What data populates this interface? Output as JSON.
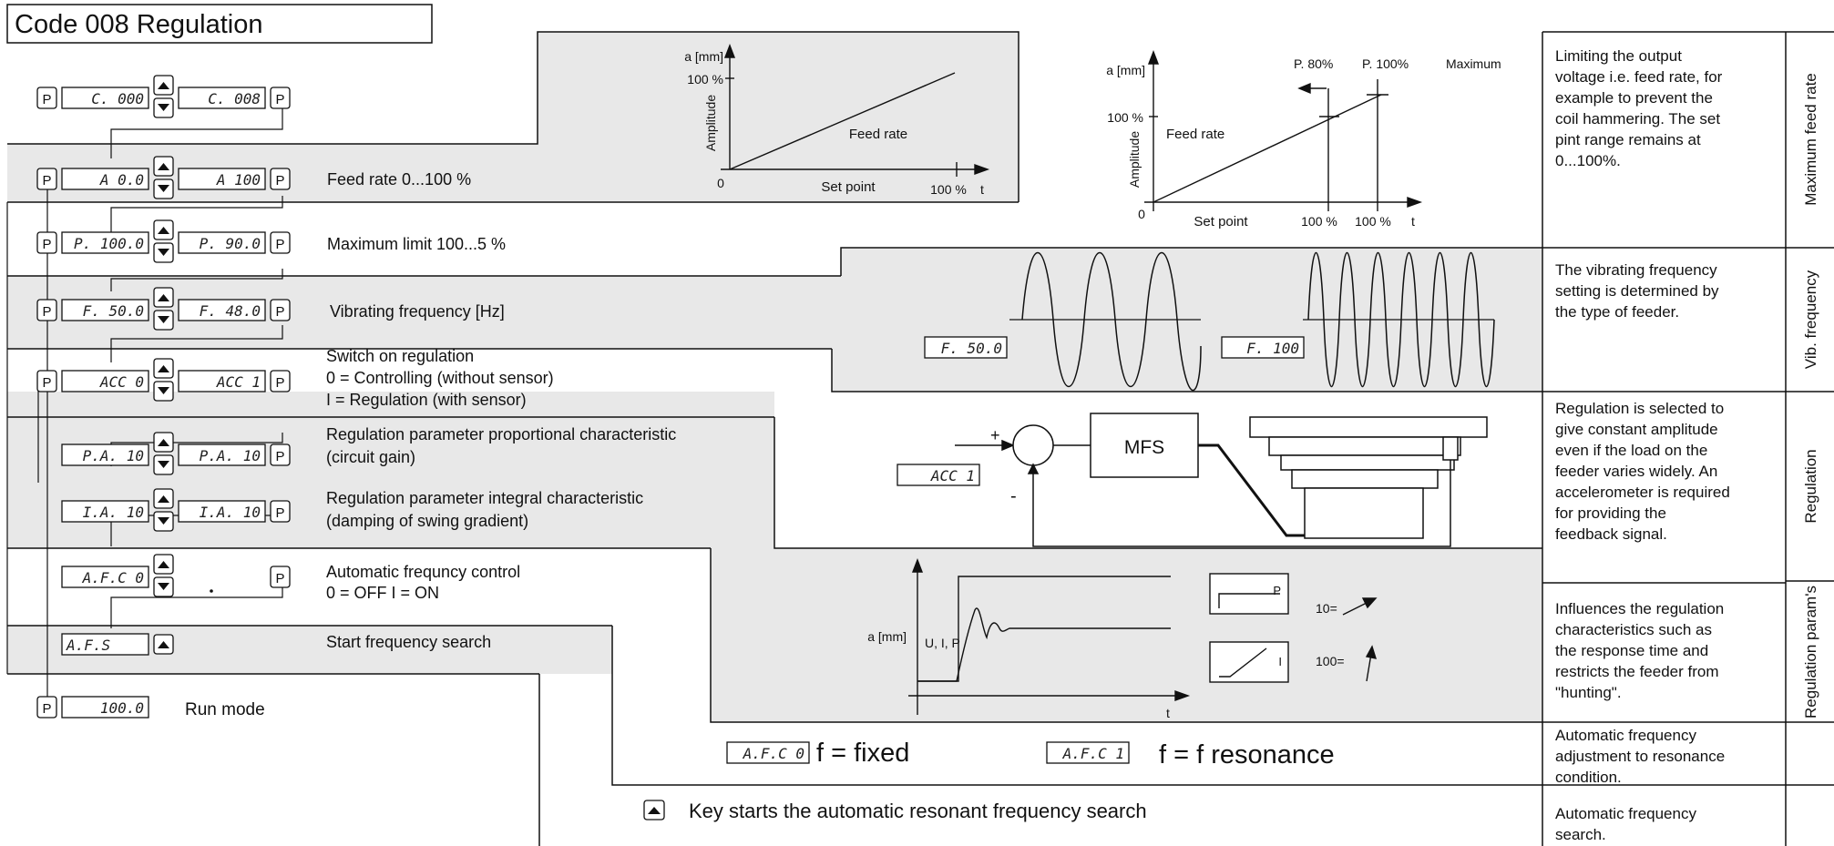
{
  "title": "Code 008  Regulation",
  "key_p": "P",
  "rows": [
    {
      "left_display": "C. 000",
      "right_display": "C. 008",
      "label_lines": []
    },
    {
      "left_display": "A   0.0",
      "right_display": "A  100",
      "label_lines": [
        "Feed rate 0...100 %"
      ]
    },
    {
      "left_display": "P. 100.0",
      "right_display": "P.  90.0",
      "label_lines": [
        "Maximum limit 100...5 %"
      ]
    },
    {
      "left_display": "F.  50.0",
      "right_display": "F.  48.0",
      "label_lines": [
        "Vibrating frequency [Hz]"
      ]
    },
    {
      "left_display": "ACC  0",
      "right_display": "ACC  1",
      "label_lines": [
        "Switch on regulation",
        " 0 = Controlling (without sensor)",
        " I = Regulation (with sensor)"
      ]
    },
    {
      "left_display": "P.A.  10",
      "right_display": "P.A.  10",
      "label_lines": [
        "Regulation parameter proportional characteristic",
        "(circuit gain)"
      ]
    },
    {
      "left_display": "I.A.  10",
      "right_display": "I.A.  10",
      "label_lines": [
        "Regulation parameter integral characteristic",
        "(damping of swing gradient)"
      ]
    },
    {
      "left_display": "A.F.C  0",
      "right_display": "",
      "label_lines": [
        "Automatic frequncy control",
        " 0 = OFF    I = ON"
      ]
    },
    {
      "left_display": "A.F.S",
      "right_display": "",
      "label_lines": [
        "Start frequency search"
      ]
    },
    {
      "left_display": "100.0",
      "right_display": "",
      "label_lines": [
        "Run mode"
      ]
    }
  ],
  "graph_feed": {
    "y_label": "a [mm]",
    "y_tick": "100 %",
    "y_axis_name": "Amplitude",
    "x_label": "Set point",
    "x_tick": "100 %",
    "x_unit": "t",
    "origin": "0",
    "line_label": "Feed rate"
  },
  "graph_max": {
    "y_label": "a [mm]",
    "y_tick": "100 %",
    "y_axis_name": "Amplitude",
    "x_label": "Set point",
    "x_tick1": "100 %",
    "x_tick2": "100 %",
    "x_unit": "t",
    "origin": "0",
    "line_label": "Feed rate",
    "p80": "P. 80%",
    "p100": "P. 100%",
    "maximum": "Maximum"
  },
  "vib": {
    "display_a": "F.  50.0",
    "display_b": "F.  100"
  },
  "control_loop": {
    "display": "ACC  1",
    "mfs": "MFS",
    "plus": "+",
    "minus": "-"
  },
  "step_response": {
    "y_label": "a [mm]",
    "curve_label": "U, I, P",
    "x_unit": "t",
    "p_box": "P",
    "p_value": "10=",
    "i_box": "I",
    "i_value": "100="
  },
  "afc": {
    "display_fixed": "A.F.C  0",
    "fixed": "f = fixed",
    "display_res": "A.F.C  1",
    "resonance": "f = f resonance"
  },
  "key_line": "Key starts the automatic resonant frequency search",
  "descriptions": [
    {
      "lines": [
        "Limiting the output",
        "voltage i.e. feed rate, for",
        "example to prevent the",
        "coil hammering. The set",
        "pint range remains at",
        "0...100%."
      ]
    },
    {
      "lines": [
        "The vibrating frequency",
        "setting is determined by",
        "the type of feeder."
      ]
    },
    {
      "lines": [
        "Regulation is selected to",
        "give constant amplitude",
        "even if the load on the",
        "feeder varies widely. An",
        "accelerometer is required",
        "for providing the",
        "feedback signal."
      ]
    },
    {
      "lines": [
        "Influences the regulation",
        "characteristics such as",
        "the response time and",
        "restricts the feeder from",
        "\"hunting\"."
      ]
    },
    {
      "lines": [
        "Automatic frequency",
        "adjustment to resonance",
        "condition."
      ]
    },
    {
      "lines": [
        "Automatic frequency",
        "search."
      ]
    }
  ],
  "side_labels": [
    "Maximum feed rate",
    "Vib. frequency",
    "Regulation",
    "Regulation param's"
  ],
  "colors": {
    "band": "#e8e8e8",
    "line": "#111111",
    "background": "#ffffff"
  }
}
